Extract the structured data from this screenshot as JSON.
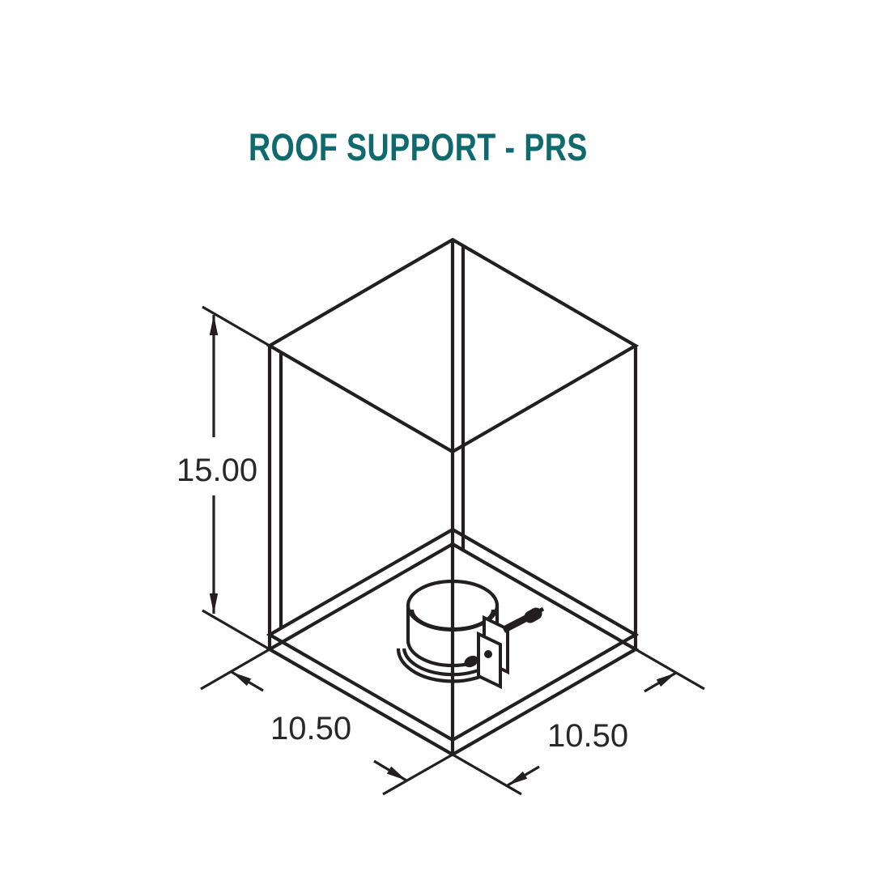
{
  "page": {
    "background": "#ffffff"
  },
  "title": {
    "label": "ROOF SUPPORT - PRS",
    "color": "#0e6a6f"
  },
  "drawing": {
    "type": "isometric technical drawing",
    "subject": "roof support frame (wireframe box) with base pan and pipe clamp collar with bolt bracket",
    "line_color": "#231f20",
    "dimensions": {
      "height": "15.00",
      "base_left": "10.50",
      "base_right": "10.50"
    }
  }
}
